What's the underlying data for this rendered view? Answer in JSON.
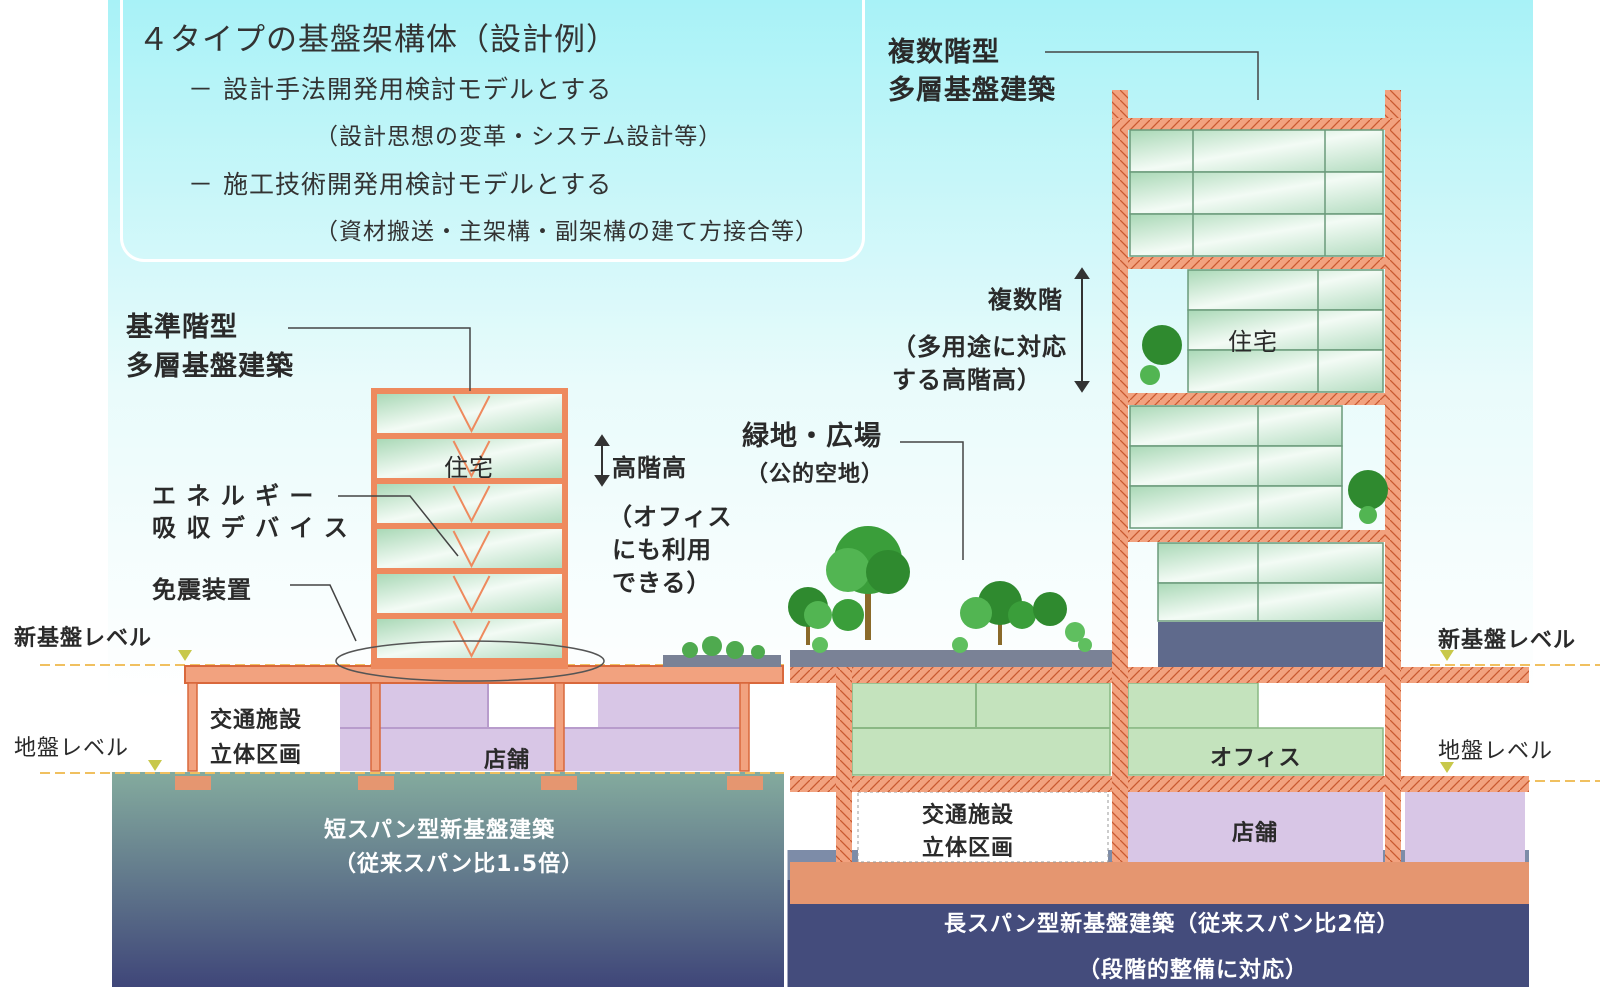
{
  "title": "４タイプの基盤架構体（設計例）",
  "bullets": [
    {
      "text": "－  設計手法開発用検討モデルとする",
      "sub": "（設計思想の変革・システム設計等）"
    },
    {
      "text": "－  施工技術開発用検討モデルとする",
      "sub": "（資材搬送・主架構・副架構の建て方接合等）"
    }
  ],
  "labels": {
    "multi_floor_type_line1": "複数階型",
    "multi_floor_type_line2": "多層基盤建築",
    "standard_floor_type_line1": "基準階型",
    "standard_floor_type_line2": "多層基盤建築",
    "energy_device_line1": "エ ネ ル ギ ー",
    "energy_device_line2": "吸 収 デ バ イ ス",
    "seismic_isolation": "免震装置",
    "new_base_level_left": "新基盤レベル",
    "ground_level_left": "地盤レベル",
    "new_base_level_right": "新基盤レベル",
    "ground_level_right": "地盤レベル",
    "floor_height": "高階高",
    "office_use_line1": "（オフィス",
    "office_use_line2": "にも利用",
    "office_use_line3": "できる）",
    "housing_left": "住宅",
    "housing_right": "住宅",
    "multiple_floors": "複数階",
    "multi_use_line1": "（多用途に対応",
    "multi_use_line2": "する高階高）",
    "green_plaza": "緑地・広場",
    "public_space": "（公的空地）",
    "transport_left_line1": "交通施設",
    "transport_left_line2": "立体区画",
    "shop_left": "店舗",
    "office_right": "オフィス",
    "transport_right_line1": "交通施設",
    "transport_right_line2": "立体区画",
    "shop_right": "店舗",
    "short_span_line1": "短スパン型新基盤建築",
    "short_span_line2": "（従来スパン比1.5倍）",
    "long_span_line1": "長スパン型新基盤建築（従来スパン比2倍）",
    "long_span_line2": "（段階的整備に対応）"
  },
  "colors": {
    "sky_top": "#aef3f7",
    "sky_bottom": "#ffffff",
    "frame": "#ee8a5e",
    "frame_dark": "#d9683c",
    "glass": "#cde8d4",
    "shop": "#dccae6",
    "office": "#c4e3bd",
    "ground_top": "#7aa49a",
    "ground_bottom": "#424a79",
    "slab": "#e59670",
    "plinth": "#5f6a8c",
    "tree": "#2f9a2f"
  }
}
